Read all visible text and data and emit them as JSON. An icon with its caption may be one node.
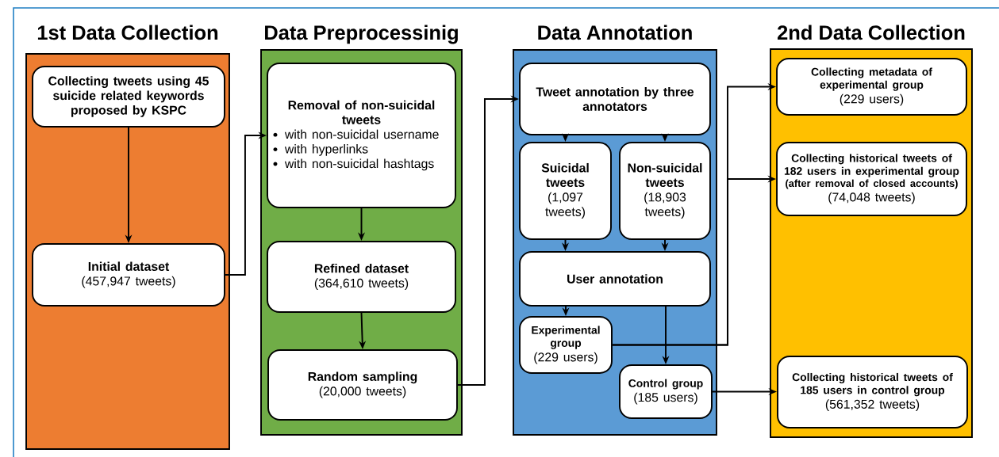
{
  "diagram": {
    "nodes": [
      {
        "text": [
          "1st Data Collection"
        ]
      },
      {
        "text": [
          "Collecting tweets using 45 suicide related keywords proposed by KSPC"
        ],
        "in": 0
      },
      {
        "text": [
          "Initial dataset",
          "(457,947 tweets)"
        ],
        "in": 0
      },
      {
        "text": [
          "Data Preprocessinig"
        ]
      },
      {
        "text": [
          "Removal of non-suicidal tweets",
          "with non-suicidal username",
          "with hyperlinks",
          "with non-suicidal hashtags"
        ],
        "in": 3
      },
      {
        "text": [
          "Refined dataset",
          "(364,610 tweets)"
        ],
        "in": 3
      },
      {
        "text": [
          "Random sampling",
          "(20,000 tweets)"
        ],
        "in": 3
      },
      {
        "text": [
          "Data Annotation"
        ]
      },
      {
        "text": [
          "Tweet annotation by three annotators"
        ],
        "in": 7
      },
      {
        "text": [
          "Suicidal tweets",
          "(1,097 tweets)"
        ],
        "in": 7
      },
      {
        "text": [
          "Non-suicidal tweets",
          "(18,903 tweets)"
        ],
        "in": 7
      },
      {
        "text": [
          "User annotation"
        ],
        "in": 7
      },
      {
        "text": [
          "Experimental group",
          "(229 users)"
        ],
        "in": 7
      },
      {
        "text": [
          "Control group",
          "(185 users)"
        ],
        "in": 7
      },
      {
        "text": [
          "2nd Data Collection"
        ]
      },
      {
        "text": [
          "Collecting metadata of experimental group",
          "(229 users)"
        ],
        "in": 14
      },
      {
        "text": [
          "Collecting historical tweets of 182 users in experimental group",
          "(after removal of closed accounts)",
          "(74,048 tweets)"
        ],
        "in": 14
      },
      {
        "text": [
          "Collecting historical tweets of 185 users in control group",
          "(561,352 tweets)"
        ],
        "in": 14
      }
    ],
    "edges": [
      {
        "from": 1,
        "to": 2,
        "arrow": "to"
      },
      {
        "from": 2,
        "to": 4,
        "arrow": "to"
      },
      {
        "from": 4,
        "to": 5,
        "arrow": "to"
      },
      {
        "from": 5,
        "to": 6,
        "arrow": "to"
      },
      {
        "from": 6,
        "to": 8,
        "arrow": "to"
      },
      {
        "from": 8,
        "to": 9,
        "arrow": "to"
      },
      {
        "from": 8,
        "to": 10,
        "arrow": "to"
      },
      {
        "from": 9,
        "to": 11,
        "arrow": "to"
      },
      {
        "from": 10,
        "to": 11,
        "arrow": "to"
      },
      {
        "from": 11,
        "to": 12,
        "arrow": "to"
      },
      {
        "from": 11,
        "to": 13,
        "arrow": "to"
      },
      {
        "from": 12,
        "to": 15,
        "arrow": "to"
      },
      {
        "from": 12,
        "to": 16,
        "arrow": "to"
      },
      {
        "from": 13,
        "to": 17,
        "arrow": "to"
      }
    ]
  }
}
